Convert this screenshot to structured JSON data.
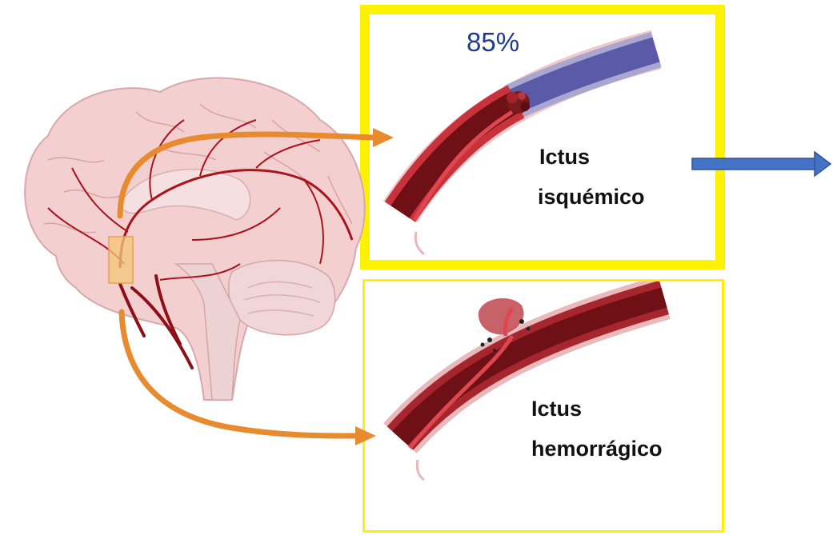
{
  "ischemic": {
    "percentage": "85%",
    "line1": "Ictus",
    "line2": "isquémico"
  },
  "hemorrhagic": {
    "line1": "Ictus",
    "line2": "hemorrágico"
  },
  "colors": {
    "highlight_border": "#fff200",
    "arrow_orange": "#e88a2e",
    "arrow_blue": "#4472c4",
    "vessel_red": "#b3262e",
    "vessel_dark": "#6e1015",
    "clot_blue": "#5a5aa8",
    "brain_pink": "#f3cfd0",
    "percent_text": "#1f3a93"
  },
  "icons": [
    "brain-illustration",
    "blood-clot-icon",
    "rupture-burst-icon",
    "arrow-right-icon"
  ]
}
